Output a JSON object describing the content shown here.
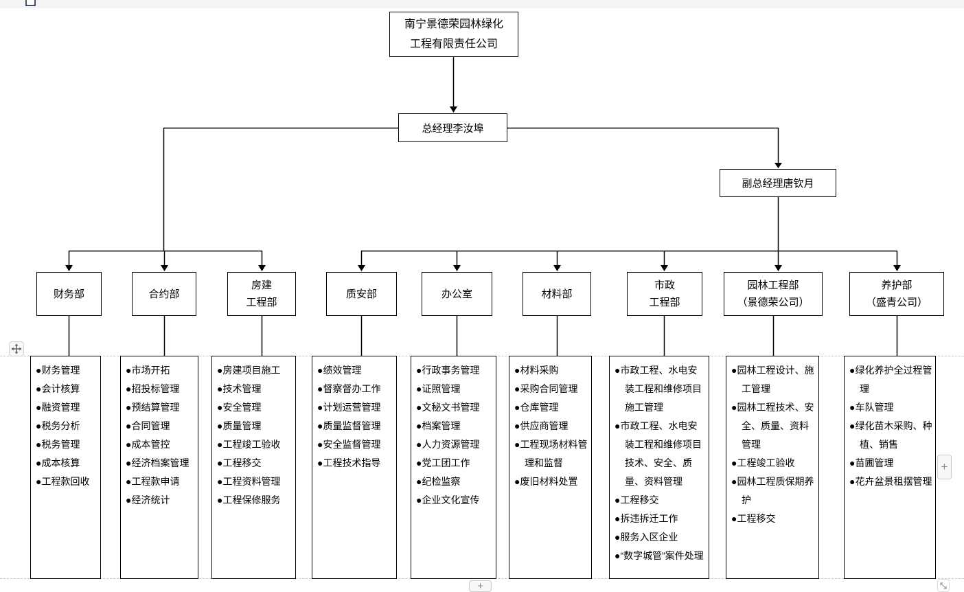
{
  "org": {
    "bullet": "●",
    "root": {
      "label": "南宁景德荣园林绿化\n工程有限责任公司"
    },
    "general_manager": {
      "label": "总经理李汝埠"
    },
    "deputy_manager": {
      "label": "副总经理唐钦月"
    },
    "departments": [
      {
        "name": "财务部",
        "duties": [
          "财务管理",
          "会计核算",
          "融资管理",
          "税务分析",
          "税务管理",
          "成本核算",
          "工程款回收"
        ]
      },
      {
        "name": "合约部",
        "duties": [
          "市场开拓",
          "招投标管理",
          "预结算管理",
          "合同管理",
          "成本管控",
          "经济档案管理",
          "工程款申请",
          "经济统计"
        ]
      },
      {
        "name": "房建\n工程部",
        "duties": [
          "房建项目施工",
          "技术管理",
          "安全管理",
          "质量管理",
          "工程竣工验收",
          "工程移交",
          "工程资料管理",
          "工程保修服务"
        ]
      },
      {
        "name": "质安部",
        "duties": [
          "绩效管理",
          "督察督办工作",
          "计划运营管理",
          "质量监督管理",
          "安全监督管理",
          "工程技术指导"
        ]
      },
      {
        "name": "办公室",
        "duties": [
          "行政事务管理",
          "证照管理",
          "文秘文书管理",
          "档案管理",
          "人力资源管理",
          "党工团工作",
          "纪检监察",
          "企业文化宣传"
        ]
      },
      {
        "name": "材料部",
        "duties": [
          "材料采购",
          "采购合同管理",
          "仓库管理",
          "供应商管理",
          "工程现场材料管理和监督",
          "废旧材料处置"
        ]
      },
      {
        "name": "市政\n工程部",
        "duties": [
          "市政工程、水电安装工程和维修项目施工管理",
          "市政工程、水电安装工程和维修项目技术、安全、质量、资料管理",
          "工程移交",
          "拆违拆迁工作",
          "服务入区企业",
          "“数字城管”案件处理"
        ]
      },
      {
        "name": "园林工程部\n（景德荣公司）",
        "duties": [
          "园林工程设计、施工管理",
          "园林工程技术、安全、质量、资料管理",
          "工程竣工验收",
          "园林工程质保期养护",
          "工程移交"
        ]
      },
      {
        "name": "养护部\n（盛青公司）",
        "duties": [
          "绿化养护全过程管理",
          "车队管理",
          "绿化苗木采购、种植、销售",
          "苗圃管理",
          "花卉盆景租摆管理"
        ]
      }
    ]
  },
  "ui": {
    "add_column_button": "+",
    "add_row_button": "+",
    "colors": {
      "line": "#000000",
      "background": "#ffffff",
      "chrome_bar": "#f4f4f6",
      "dashed_guide": "#c8c8c8"
    }
  }
}
